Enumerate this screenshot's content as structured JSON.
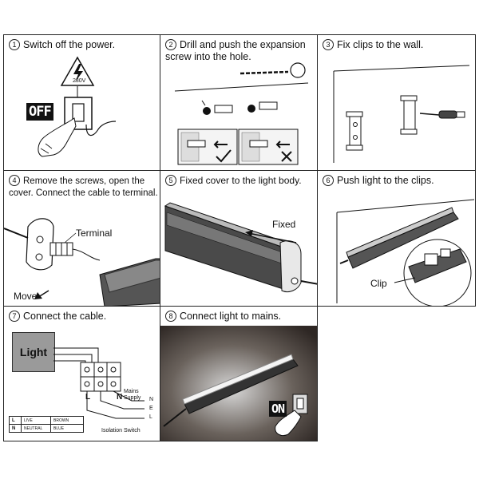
{
  "steps": [
    {
      "num": "1",
      "text": "Switch off the power."
    },
    {
      "num": "2",
      "text": "Drill and push the expansion screw into the hole."
    },
    {
      "num": "3",
      "text": "Fix clips to the wall."
    },
    {
      "num": "4",
      "text": "Remove the screws, open the cover. Connect the cable to terminal."
    },
    {
      "num": "5",
      "text": "Fixed cover to the light body."
    },
    {
      "num": "6",
      "text": "Push light to the clips."
    },
    {
      "num": "7",
      "text": "Connect the cable."
    },
    {
      "num": "8",
      "text": "Connect light to mains."
    }
  ],
  "step1": {
    "switch_label": "OFF",
    "voltage": "230V"
  },
  "step4": {
    "terminal_label": "Terminal",
    "move_label": "Move"
  },
  "step5": {
    "fixed_label": "Fixed"
  },
  "step6": {
    "clip_label": "Clip"
  },
  "step7": {
    "light_label": "Light",
    "l_mark": "L",
    "n_mark": "N",
    "mains_supply": "Mains\nSupply",
    "n_letter": "N",
    "e_letter": "E",
    "l_letter": "L",
    "isolation_switch": "Isolation Switch",
    "legend": [
      {
        "key": "L",
        "name": "LIVE",
        "color": "BROWN"
      },
      {
        "key": "N",
        "name": "NEUTRAL",
        "color": "BLUE"
      }
    ]
  },
  "step8": {
    "switch_label": "ON"
  }
}
